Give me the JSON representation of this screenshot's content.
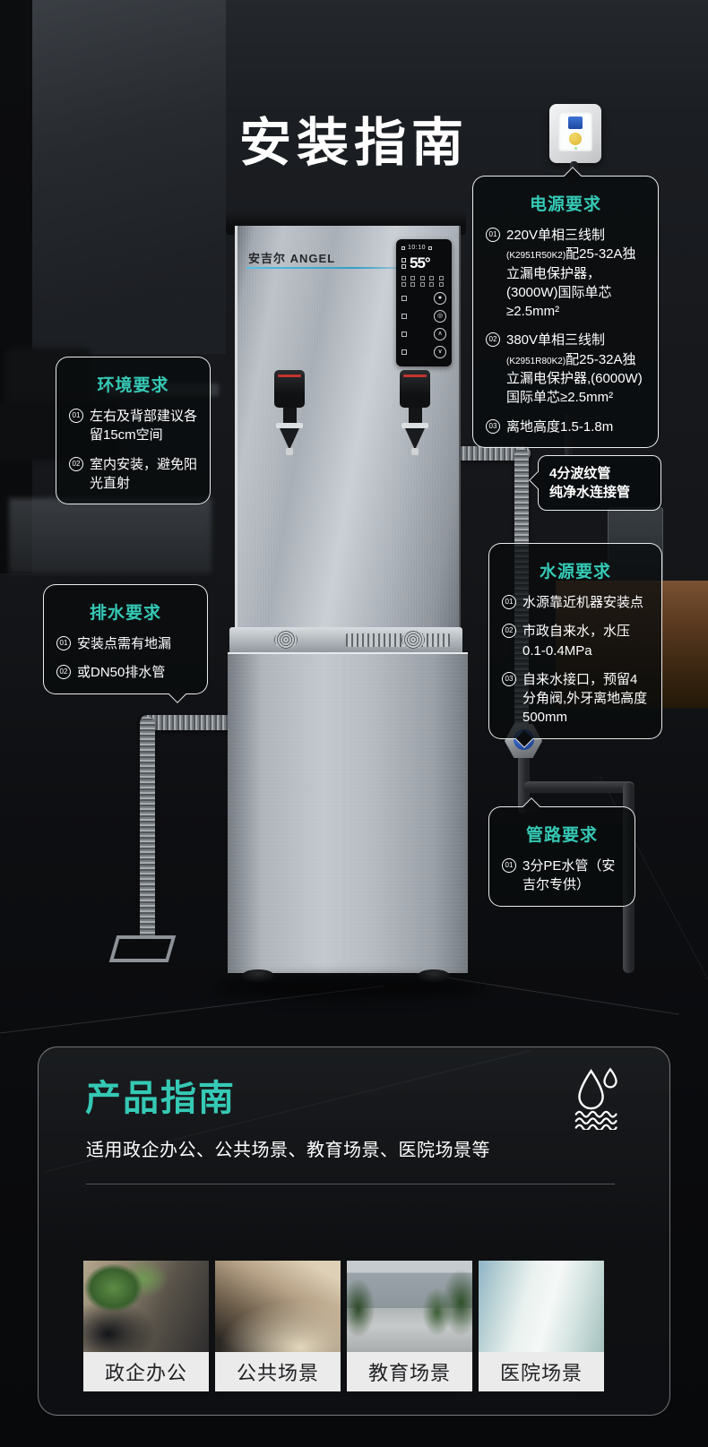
{
  "page": {
    "title": "安装指南"
  },
  "accent_color": "#35C9B5",
  "machine": {
    "brand_cn": "安吉尔",
    "brand_en": "ANGEL",
    "display": {
      "status_time": "10:10",
      "temperature": "55°"
    }
  },
  "callouts": {
    "power": {
      "title": "电源要求",
      "items": [
        {
          "num": "01",
          "main": "220V单相三线制",
          "small": "(K2951R50K2)",
          "rest": "配25-32A独立漏电保护器，(3000W)国际单芯≥2.5mm²"
        },
        {
          "num": "02",
          "main": "380V单相三线制",
          "small": "(K2951R80K2)",
          "rest": "配25-32A独立漏电保护器,(6000W)国际单芯≥2.5mm²"
        },
        {
          "num": "03",
          "main": "离地高度1.5-1.8m",
          "small": "",
          "rest": ""
        }
      ]
    },
    "environment": {
      "title": "环境要求",
      "items": [
        {
          "num": "01",
          "text": "左右及背部建议各留15cm空间"
        },
        {
          "num": "02",
          "text": "室内安装，避免阳光直射"
        }
      ]
    },
    "drainage": {
      "title": "排水要求",
      "items": [
        {
          "num": "01",
          "text": "安装点需有地漏"
        },
        {
          "num": "02",
          "text": "或DN50排水管"
        }
      ]
    },
    "water_source": {
      "title": "水源要求",
      "items": [
        {
          "num": "01",
          "text": "水源靠近机器安装点"
        },
        {
          "num": "02",
          "text": "市政自来水，水压0.1-0.4MPa"
        },
        {
          "num": "03",
          "text": "自来水接口，预留4分角阀,外牙离地高度500mm"
        }
      ]
    },
    "pipeline": {
      "title": "管路要求",
      "items": [
        {
          "num": "01",
          "text": "3分PE水管（安吉尔专供）"
        }
      ]
    },
    "hose_label": {
      "line1": "4分波纹管",
      "line2": "纯净水连接管"
    }
  },
  "product_guide": {
    "title": "产品指南",
    "subtitle": "适用政企办公、公共场景、教育场景、医院场景等",
    "scenes": [
      {
        "label": "政企办公"
      },
      {
        "label": "公共场景"
      },
      {
        "label": "教育场景"
      },
      {
        "label": "医院场景"
      }
    ]
  }
}
